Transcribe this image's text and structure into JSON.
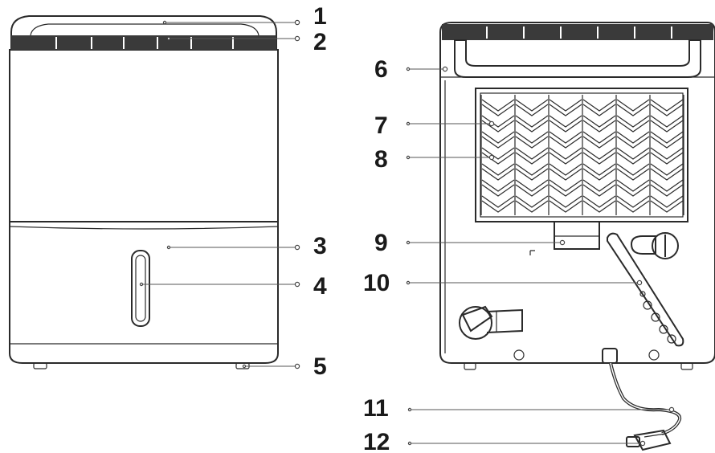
{
  "callouts": [
    {
      "id": "1",
      "text": "1"
    },
    {
      "id": "2",
      "text": "2"
    },
    {
      "id": "3",
      "text": "3"
    },
    {
      "id": "4",
      "text": "4"
    },
    {
      "id": "5",
      "text": "5"
    },
    {
      "id": "6",
      "text": "6"
    },
    {
      "id": "7",
      "text": "7"
    },
    {
      "id": "8",
      "text": "8"
    },
    {
      "id": "9",
      "text": "9"
    },
    {
      "id": "10",
      "text": "10"
    },
    {
      "id": "11",
      "text": "11"
    },
    {
      "id": "12",
      "text": "12"
    }
  ],
  "colors": {
    "line": "#2a2a2a",
    "label": "#1a1a1a",
    "grille": "#3a3a3a"
  }
}
